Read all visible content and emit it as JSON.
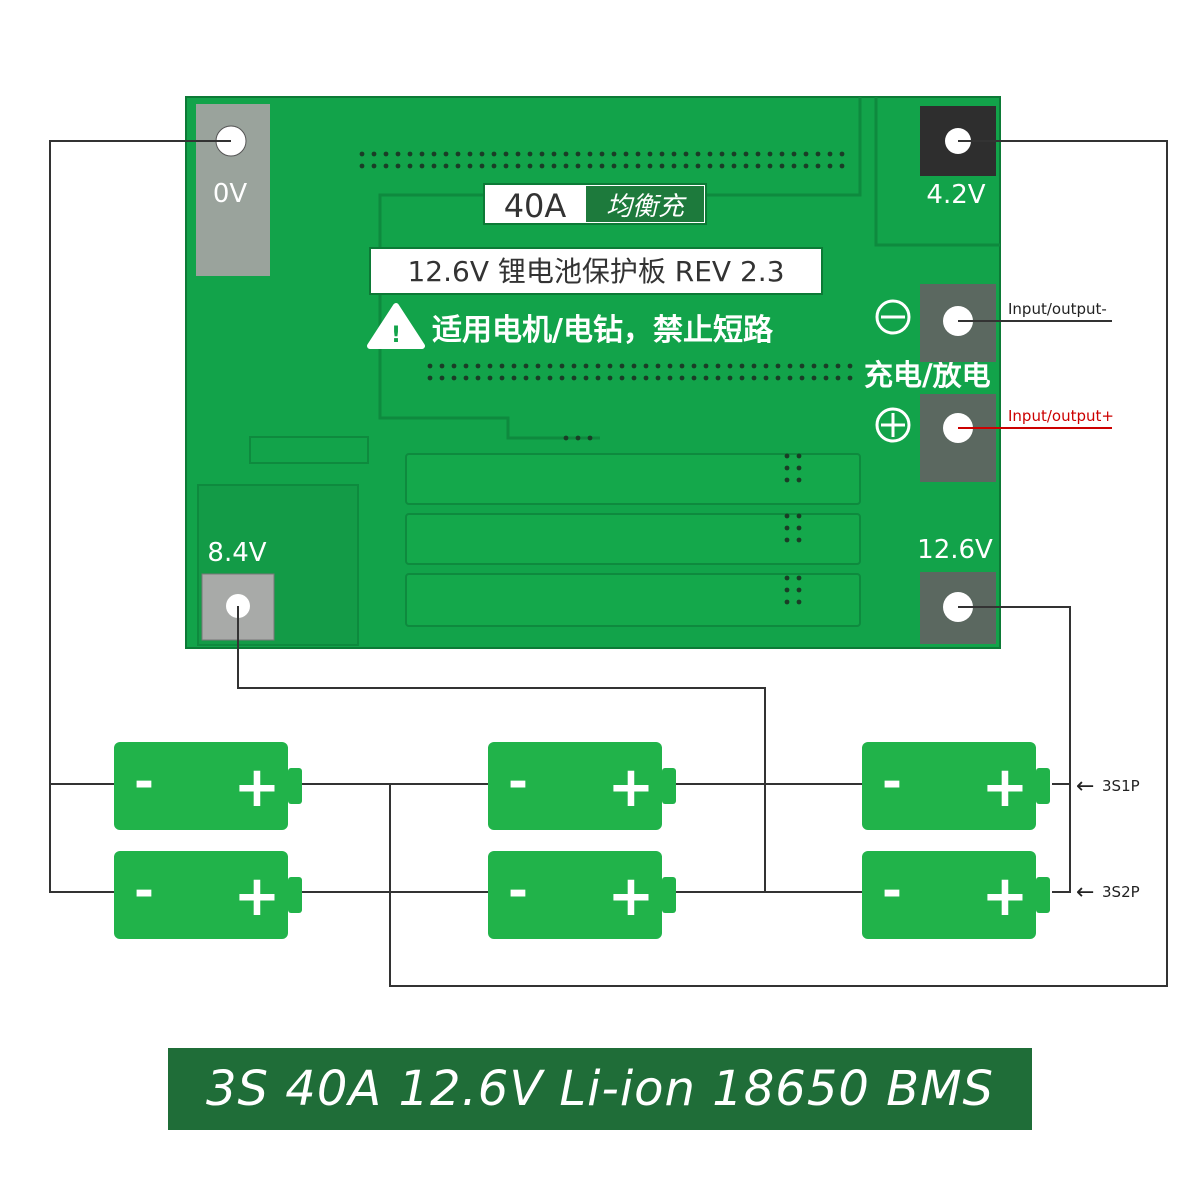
{
  "board": {
    "rating_label": "40A",
    "balance_label": "均衡充",
    "model_label": "12.6V 锂电池保护板 REV 2.3",
    "warning_text": "适用电机/电钻，禁止短路",
    "charge_discharge_label": "充电/放电"
  },
  "pads": {
    "b0": "0V",
    "b42": "4.2V",
    "b84": "8.4V",
    "b126": "12.6V"
  },
  "io": {
    "negative": "Input/output-",
    "positive": "Input/output+"
  },
  "strings": {
    "row1": "3S1P",
    "row2": "3S2P"
  },
  "battery": {
    "minus": "-",
    "plus": "+"
  },
  "title": "3S 40A 12.6V Li-ion 18650 BMS",
  "colors": {
    "pcb": "#12a34a",
    "battery": "#21b34a",
    "title_bar": "#1f6d38",
    "io_positive": "#cc0000"
  }
}
